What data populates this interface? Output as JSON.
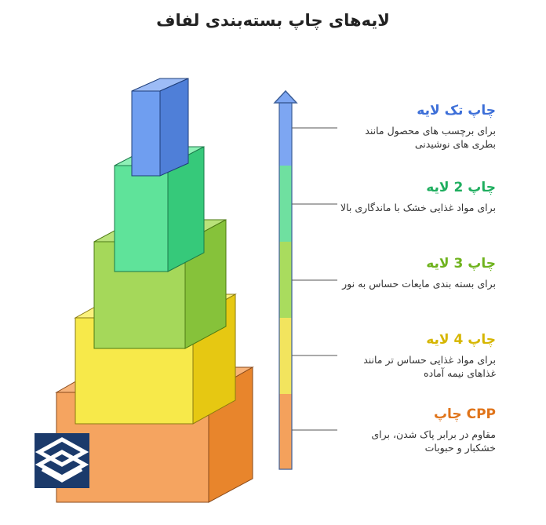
{
  "title": "لایه‌های چاپ بسته‌بندی لفاف",
  "layers": [
    {
      "heading": "چاپ تک لایه",
      "description": "برای برچسب های محصول مانند بطری های نوشیدنی",
      "color": "#5b8def"
    },
    {
      "heading": "چاپ 2 لایه",
      "description": "برای مواد غذایی خشک با ماندگاری بالا",
      "color": "#3ccf7f"
    },
    {
      "heading": "چاپ 3 لایه",
      "description": "برای بسته بندی مایعات حساس به نور",
      "color": "#8ccc3a"
    },
    {
      "heading": "چاپ 4 لایه",
      "description": "برای مواد غذایی حساس تر مانند غذاهای نیمه آماده",
      "color": "#e6c812"
    },
    {
      "heading": "CPP چاپ",
      "description": "مقاوم در برابر پاک شدن، برای خشکبار و حبوبات",
      "color": "#e8852c"
    }
  ],
  "logo": {
    "icon": "company-logo-icon",
    "color": "#1b3a6b"
  }
}
